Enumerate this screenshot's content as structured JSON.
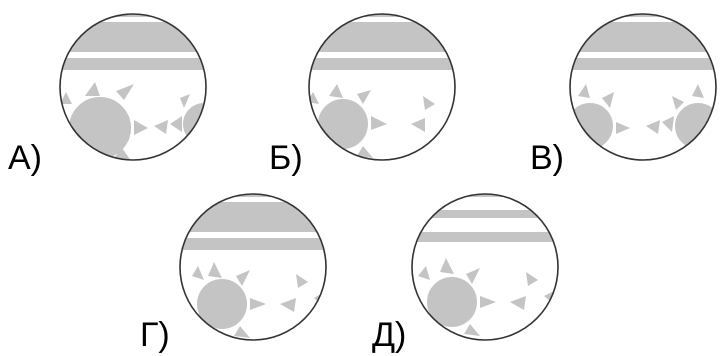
{
  "options": [
    {
      "label": "А)",
      "variant": "both-suns-left-big-right-partial"
    },
    {
      "label": "Б)",
      "variant": "left-sun-right-arrows"
    },
    {
      "label": "В)",
      "variant": "two-suns-facing"
    },
    {
      "label": "Г)",
      "variant": "left-sun-right-arrows"
    },
    {
      "label": "Д)",
      "variant": "left-sun-right-arrows"
    }
  ],
  "colors": {
    "fill": "#c4c4c4",
    "outline": "#333333",
    "background": "#ffffff"
  }
}
